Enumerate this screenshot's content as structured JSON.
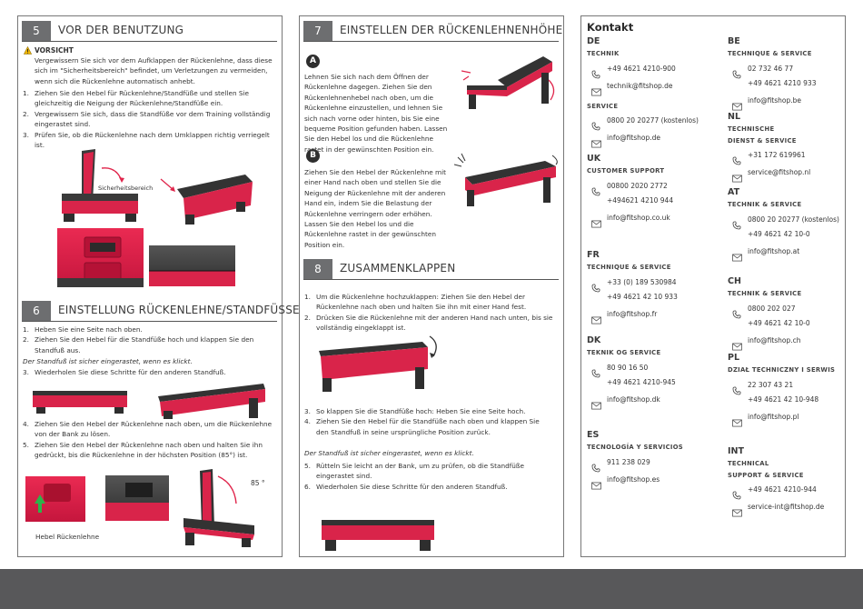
{
  "col1": {
    "sec5": {
      "num": "5",
      "title": "VOR DER BENUTZUNG"
    },
    "vorsicht_label": "VORSICHT",
    "vorsicht_lines": [
      "Vergewissern Sie sich vor dem Aufklappen der Rückenlehne, dass diese",
      "sich im \"Sicherheitsbereich\" befindet, um Verletzungen zu vermeiden,",
      "wenn sich die Rückenlehne automatisch anhebt."
    ],
    "steps5": [
      {
        "n": "1.",
        "lines": [
          "Ziehen Sie den Hebel für Rückenlehne/Standfüße und stellen Sie",
          "gleichzeitig die Neigung der Rückenlehne/Standfüße ein."
        ]
      },
      {
        "n": "2.",
        "lines": [
          "Vergewissern Sie sich, dass die Standfüße vor dem Training vollständig",
          "eingerastet sind."
        ]
      },
      {
        "n": "3.",
        "lines": [
          "Prüfen Sie, ob die Rückenlehne nach dem Umklappen richtig verriegelt ist."
        ]
      }
    ],
    "sicherheitsbereich": "Sicherheitsbereich",
    "sec6": {
      "num": "6",
      "title": "EINSTELLUNG RÜCKENLEHNE/STANDFÜSSE"
    },
    "steps6a": [
      {
        "n": "1.",
        "lines": [
          "Heben Sie eine Seite nach oben."
        ]
      },
      {
        "n": "2.",
        "lines": [
          "Ziehen Sie den Hebel für die Standfüße hoch und klappen Sie den",
          "Standfuß aus."
        ]
      }
    ],
    "note6a": "Der Standfuß ist sicher eingerastet, wenn es klickt.",
    "steps6b": [
      {
        "n": "3.",
        "lines": [
          "Wiederholen Sie diese Schritte für den anderen Standfuß."
        ]
      }
    ],
    "steps6c": [
      {
        "n": "4.",
        "lines": [
          "Ziehen Sie den Hebel der Rückenlehne nach oben, um die Rückenlehne",
          "von der Bank zu lösen."
        ]
      },
      {
        "n": "5.",
        "lines": [
          "Ziehen Sie den Hebel der Rückenlehne nach oben und halten Sie ihn",
          "gedrückt, bis die Rückenlehne in der höchsten Position (85°) ist."
        ]
      }
    ],
    "angle": "85 °",
    "hebel_label": "Hebel Rückenlehne"
  },
  "col2": {
    "sec7": {
      "num": "7",
      "title": "EINSTELLEN DER RÜCKENLEHNENHÖHE"
    },
    "a_label": "A",
    "a_lines": [
      "Lehnen Sie sich nach dem Öffnen der",
      "Rückenlehne dagegen. Ziehen Sie den",
      "Rückenlehnenhebel nach oben, um die",
      "Rückenlehne einzustellen, und lehnen Sie",
      "sich nach vorne oder hinten, bis Sie eine",
      "bequeme Position gefunden haben. Lassen",
      "Sie den Hebel los und die Rückenlehne",
      "rastet in der gewünschten Position ein."
    ],
    "b_label": "B",
    "b_lines": [
      "Ziehen Sie den Hebel der Rückenlehne mit",
      "einer Hand nach oben und stellen Sie die",
      "Neigung der Rückenlehne mit der anderen",
      "Hand ein, indem Sie die Belastung der",
      "Rückenlehne verringern oder erhöhen.",
      "Lassen Sie den Hebel los und die",
      "Rückenlehne rastet in der gewünschten",
      "Position ein."
    ],
    "sec8": {
      "num": "8",
      "title": "ZUSAMMENKLAPPEN"
    },
    "steps8a": [
      {
        "n": "1.",
        "lines": [
          "Um die Rückenlehne hochzuklappen: Ziehen Sie den Hebel der",
          "Rückenlehne nach oben und halten Sie ihn mit einer Hand fest."
        ]
      },
      {
        "n": "2.",
        "lines": [
          "Drücken Sie die Rückenlehne mit der anderen Hand nach unten, bis sie",
          "vollständig eingeklappt ist."
        ]
      }
    ],
    "steps8b": [
      {
        "n": "3.",
        "lines": [
          "So klappen Sie die Standfüße hoch: Heben Sie eine Seite hoch."
        ]
      },
      {
        "n": "4.",
        "lines": [
          "Ziehen Sie den Hebel für die Standfüße nach oben und klappen Sie",
          "den Standfuß in seine ursprüngliche Position zurück."
        ]
      }
    ],
    "note8": "Der Standfuß ist sicher eingerastet, wenn es klickt.",
    "steps8c": [
      {
        "n": "5.",
        "lines": [
          "Rütteln Sie leicht an der Bank, um zu prüfen, ob die Standfüße",
          "eingerastet sind."
        ]
      },
      {
        "n": "6.",
        "lines": [
          "Wiederholen Sie diese Schritte für den anderen Standfuß."
        ]
      }
    ]
  },
  "contact": {
    "heading": "Kontakt",
    "left": [
      {
        "country": "DE",
        "groups": [
          {
            "service": [
              "TECHNIK"
            ],
            "items": [
              {
                "type": "phone",
                "lines": [
                  "+49 4621 4210-900"
                ]
              },
              {
                "type": "mail",
                "lines": [
                  "technik@fitshop.de"
                ]
              }
            ]
          },
          {
            "service": [
              "SERVICE"
            ],
            "items": [
              {
                "type": "phone",
                "lines": [
                  "0800 20 20277 (kostenlos)"
                ]
              },
              {
                "type": "mail",
                "lines": [
                  "info@fitshop.de"
                ]
              }
            ]
          }
        ]
      },
      {
        "country": "UK",
        "groups": [
          {
            "service": [
              "CUSTOMER SUPPORT"
            ],
            "items": [
              {
                "type": "phone",
                "lines": [
                  "00800 2020 2772",
                  "+494621 4210 944"
                ]
              },
              {
                "type": "mail",
                "lines": [
                  "info@fitshop.co.uk"
                ]
              }
            ]
          }
        ]
      },
      {
        "country": "FR",
        "groups": [
          {
            "service": [
              "TECHNIQUE & SERVICE"
            ],
            "items": [
              {
                "type": "phone",
                "lines": [
                  "+33 (0) 189 530984",
                  "+49 4621 42 10 933"
                ]
              },
              {
                "type": "mail",
                "lines": [
                  "info@fitshop.fr"
                ]
              }
            ]
          }
        ]
      },
      {
        "country": "DK",
        "groups": [
          {
            "service": [
              "TEKNIK OG SERVICE"
            ],
            "items": [
              {
                "type": "phone",
                "lines": [
                  "80 90 16 50",
                  "+49 4621 4210-945"
                ]
              },
              {
                "type": "mail",
                "lines": [
                  "info@fitshop.dk"
                ]
              }
            ]
          }
        ]
      },
      {
        "country": "ES",
        "groups": [
          {
            "service": [
              "TECNOLOGÍA Y SERVICIOS"
            ],
            "items": [
              {
                "type": "phone",
                "lines": [
                  "911 238 029"
                ]
              },
              {
                "type": "mail",
                "lines": [
                  "info@fitshop.es"
                ]
              }
            ]
          }
        ]
      }
    ],
    "right": [
      {
        "country": "BE",
        "groups": [
          {
            "service": [
              "TECHNIQUE & SERVICE"
            ],
            "items": [
              {
                "type": "phone",
                "lines": [
                  "02 732 46 77",
                  "+49 4621 4210 933"
                ]
              },
              {
                "type": "mail",
                "lines": [
                  "info@fitshop.be"
                ]
              }
            ]
          }
        ]
      },
      {
        "country": "NL",
        "groups": [
          {
            "service": [
              "TECHNISCHE",
              "DIENST & SERVICE"
            ],
            "items": [
              {
                "type": "phone",
                "lines": [
                  "+31 172 619961"
                ]
              },
              {
                "type": "mail",
                "lines": [
                  "service@fitshop.nl"
                ]
              }
            ]
          }
        ]
      },
      {
        "country": "AT",
        "groups": [
          {
            "service": [
              "TECHNIK & SERVICE"
            ],
            "items": [
              {
                "type": "phone",
                "lines": [
                  "0800 20 20277 (kostenlos)",
                  "+49 4621 42 10-0"
                ]
              },
              {
                "type": "mail",
                "lines": [
                  "info@fitshop.at"
                ]
              }
            ]
          }
        ]
      },
      {
        "country": "CH",
        "groups": [
          {
            "service": [
              "TECHNIK & SERVICE"
            ],
            "items": [
              {
                "type": "phone",
                "lines": [
                  "0800 202 027",
                  "+49 4621 42 10-0"
                ]
              },
              {
                "type": "mail",
                "lines": [
                  "info@fitshop.ch"
                ]
              }
            ]
          }
        ]
      },
      {
        "country": "PL",
        "groups": [
          {
            "service": [
              "DZIAŁ TECHNICZNY I SERWIS"
            ],
            "items": [
              {
                "type": "phone",
                "lines": [
                  "22 307 43 21",
                  "+49 4621 42 10-948"
                ]
              },
              {
                "type": "mail",
                "lines": [
                  "info@fitshop.pl"
                ]
              }
            ]
          }
        ]
      },
      {
        "country": "INT",
        "groups": [
          {
            "service": [
              "TECHNICAL",
              "SUPPORT & SERVICE"
            ],
            "items": [
              {
                "type": "phone",
                "lines": [
                  "+49 4621 4210-944"
                ]
              },
              {
                "type": "mail",
                "lines": [
                  "service-int@fitshop.de"
                ]
              }
            ]
          }
        ]
      }
    ]
  },
  "colors": {
    "accent_red": "#e0254b",
    "heading_grey": "#6d6e70",
    "footer": "#58585a",
    "warning": "#f2b600"
  },
  "icons": {
    "warning": "warning-triangle-icon",
    "phone": "phone-icon",
    "mail": "mail-icon",
    "arrow": "curved-arrow-icon"
  }
}
